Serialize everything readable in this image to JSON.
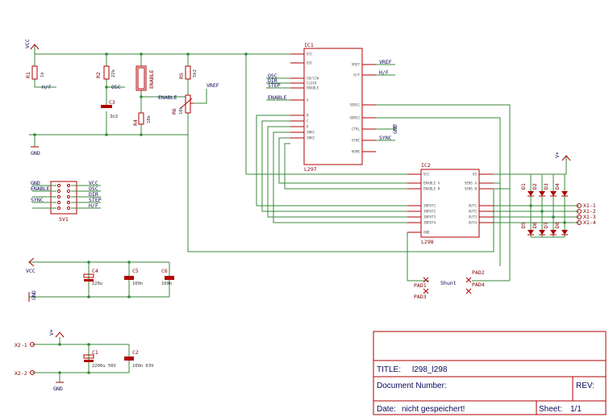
{
  "title_block": {
    "title_label": "TITLE:",
    "title_value": "l298_l298",
    "document_label": "Document Number:",
    "rev_label": "REV:",
    "date_label": "Date:",
    "date_value": "nicht gespeichert!",
    "sheet_label": "Sheet:",
    "sheet_value": "1/1"
  },
  "nets": {
    "vcc": "VCC",
    "gnd": "GND",
    "osc": "OSC",
    "dir": "DIR",
    "step": "STEP",
    "enable": "ENABLE",
    "enable_bar": "ENABLE",
    "vref": "VREF",
    "hf": "H/F",
    "sync": "SYNC",
    "vplus": "V+",
    "shunt": "Shunt"
  },
  "parts": {
    "r1": "R1",
    "r1v": "1k",
    "r2": "R2",
    "r2v": "22k",
    "r5": "R5",
    "r5v": "5k2",
    "r4": "R4",
    "r4v": "10k",
    "r6": "R6",
    "r6v": "10k",
    "c3": "C3",
    "c3v": "3n3",
    "c4": "C4",
    "c4v": "220u",
    "c5": "C5",
    "c5v": "100n",
    "c6": "C6",
    "c6v": "100n",
    "c1": "C1",
    "c1v": "2200u 50V",
    "c2": "C2",
    "c2v": "100n 63V",
    "ic1": "IC1",
    "ic1n": "L297",
    "ic2": "IC2",
    "ic2n": "L298",
    "sv1": "SV1",
    "d1": "D1",
    "d2": "D2",
    "d3": "D3",
    "d4": "D4",
    "d5": "D5",
    "d6": "D6",
    "d7": "D7",
    "d8": "D8",
    "pad1": "PAD1",
    "pad2": "PAD2",
    "pad3": "PAD3",
    "pad4": "PAD4",
    "x1": "X1-1",
    "x2": "X1-2",
    "x3": "X1-3",
    "x4": "X1-4",
    "x21": "X2-1",
    "x22": "X2-2"
  },
  "ic1_pins_left": [
    "VCC",
    "OSC",
    "CW/CCW",
    "CLOCK",
    "ENABLE",
    "A",
    "B",
    "C",
    "D",
    "INH1",
    "INH2"
  ],
  "ic1_pins_right": [
    "VREF",
    "H/F",
    "SENS1",
    "SENS2",
    "CTRL",
    "SYNC",
    "HOME"
  ],
  "ic2_pins_left": [
    "VCC",
    "ENABLE A",
    "ENABLE B",
    "INPUT1",
    "INPUT2",
    "INPUT3",
    "INPUT4",
    "GND"
  ],
  "ic2_pins_right": [
    "VS",
    "SENS A",
    "SENS B",
    "OUT1",
    "OUT2",
    "OUT3",
    "OUT4"
  ],
  "sv1_left": [
    "GND",
    "ENABLE",
    "",
    "SYNC"
  ],
  "sv1_right": [
    "VCC",
    "OSC",
    "DIR",
    "STEP",
    "H/F"
  ]
}
